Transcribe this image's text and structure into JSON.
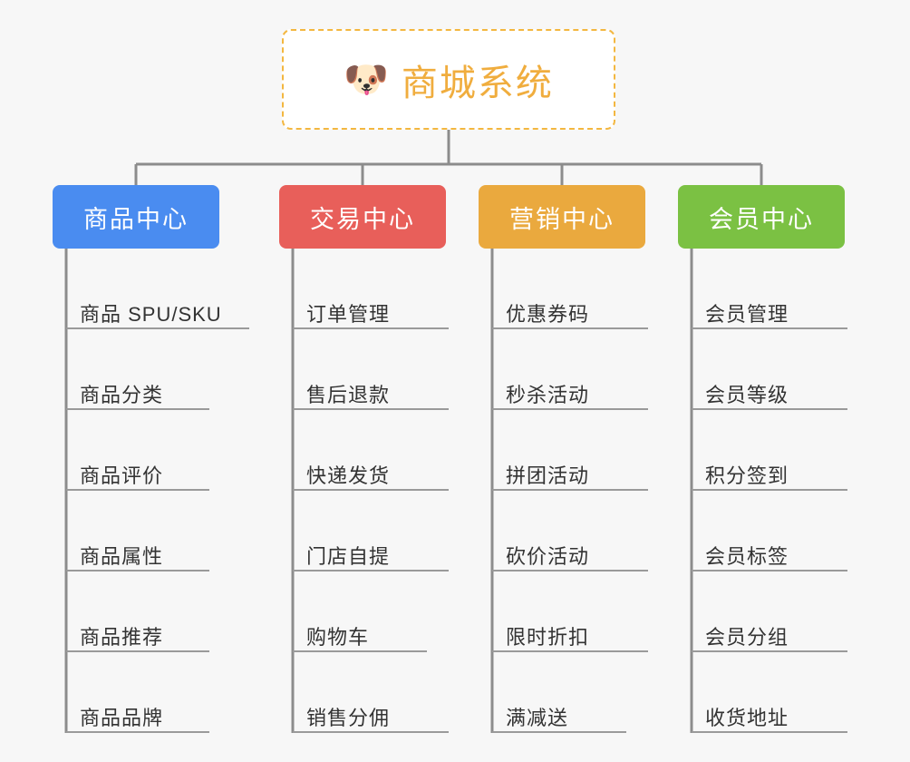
{
  "diagram": {
    "type": "org-tree",
    "background_color": "#f7f7f7",
    "connector_color": "#8c8c8c",
    "rule_color": "#9a9a9a",
    "root": {
      "icon": "shiba-dog-face-icon",
      "emoji": "🐶",
      "title": "商城系统",
      "text_color": "#f0ad3e",
      "border_color": "#f3b740",
      "background_color": "#ffffff"
    },
    "categories": [
      {
        "label": "商品中心",
        "color": "#4a8cf0",
        "items": [
          "商品 SPU/SKU",
          "商品分类",
          "商品评价",
          "商品属性",
          "商品推荐",
          "商品品牌"
        ]
      },
      {
        "label": "交易中心",
        "color": "#e85f5a",
        "items": [
          "订单管理",
          "售后退款",
          "快递发货",
          "门店自提",
          "购物车",
          "销售分佣"
        ]
      },
      {
        "label": "营销中心",
        "color": "#eaa93e",
        "items": [
          "优惠券码",
          "秒杀活动",
          "拼团活动",
          "砍价活动",
          "限时折扣",
          "满减送"
        ]
      },
      {
        "label": "会员中心",
        "color": "#7bc143",
        "items": [
          "会员管理",
          "会员等级",
          "积分签到",
          "会员标签",
          "会员分组",
          "收货地址"
        ]
      }
    ]
  }
}
